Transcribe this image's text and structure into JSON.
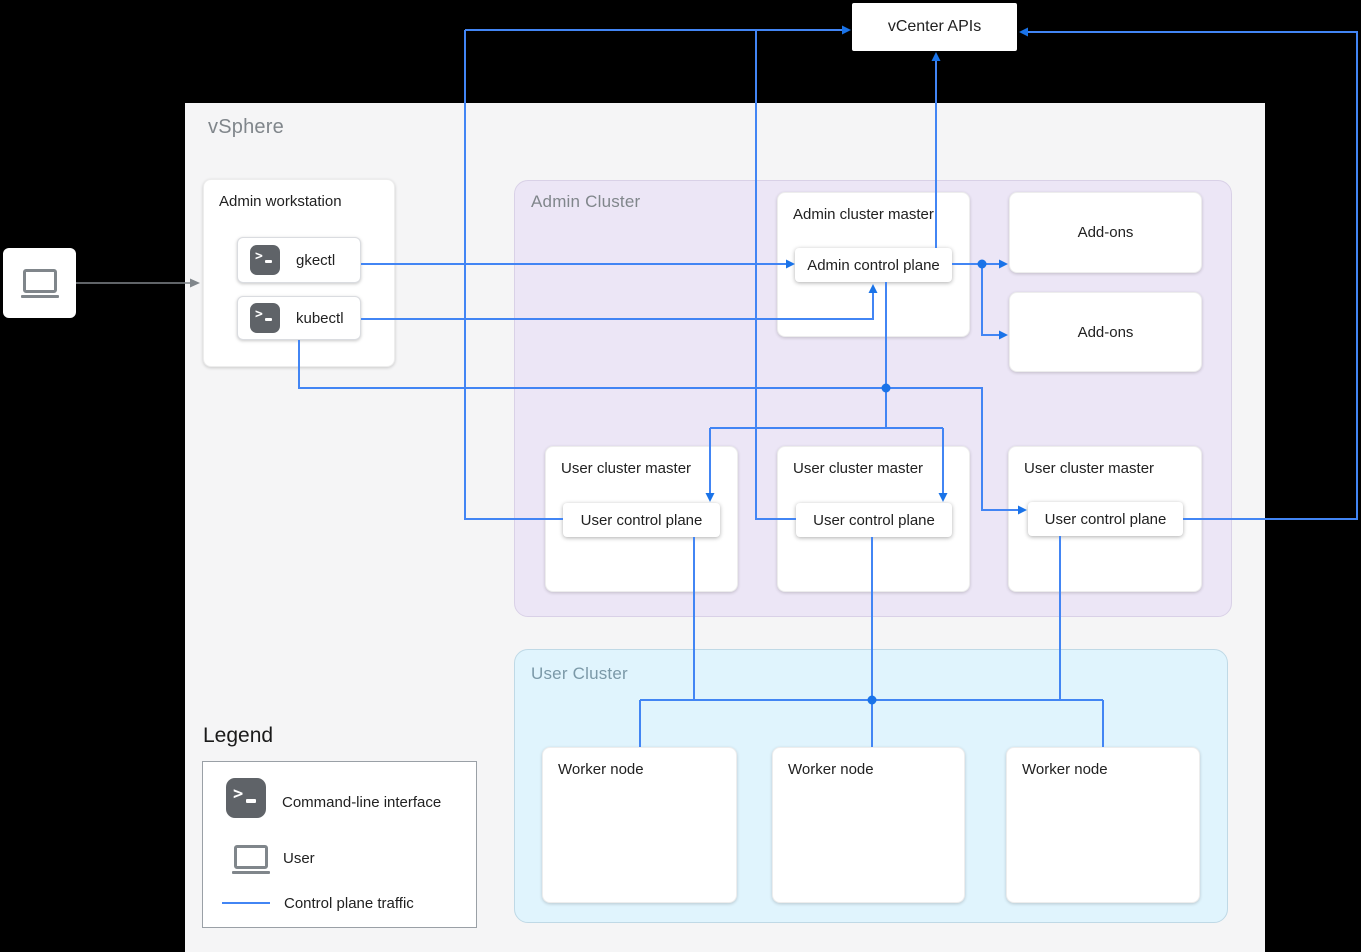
{
  "vcenter": {
    "label": "vCenter APIs"
  },
  "panels": {
    "vsphere": {
      "label": "vSphere"
    },
    "admin_cluster": {
      "label": "Admin Cluster"
    },
    "user_cluster": {
      "label": "User Cluster"
    }
  },
  "admin_workstation": {
    "title": "Admin workstation",
    "tools": [
      {
        "icon": "terminal-icon",
        "label": "gkectl"
      },
      {
        "icon": "terminal-icon",
        "label": "kubectl"
      }
    ]
  },
  "admin_cluster_master": {
    "title": "Admin cluster master",
    "chip": "Admin control plane"
  },
  "addons": [
    {
      "label": "Add-ons"
    },
    {
      "label": "Add-ons"
    }
  ],
  "user_cluster_masters": [
    {
      "title": "User cluster master",
      "chip": "User control plane"
    },
    {
      "title": "User cluster master",
      "chip": "User control plane"
    },
    {
      "title": "User cluster master",
      "chip": "User control plane"
    }
  ],
  "worker_nodes": [
    {
      "title": "Worker node"
    },
    {
      "title": "Worker node"
    },
    {
      "title": "Worker node"
    }
  ],
  "user": {
    "icon": "laptop-icon"
  },
  "legend": {
    "title": "Legend",
    "items": [
      {
        "icon": "terminal-icon",
        "label": "Command-line interface"
      },
      {
        "icon": "laptop-icon",
        "label": "User"
      },
      {
        "icon": "blue-line",
        "label": "Control plane traffic"
      }
    ]
  },
  "colors": {
    "wire_blue": "#4285f4",
    "arrow_blue": "#1a73e8",
    "gray": "#80868b",
    "admin_cluster_bg": "#ece6f6",
    "user_cluster_bg": "#e0f4fd",
    "vsphere_bg": "#f5f5f6",
    "terminal_icon_bg": "#5f6368"
  }
}
